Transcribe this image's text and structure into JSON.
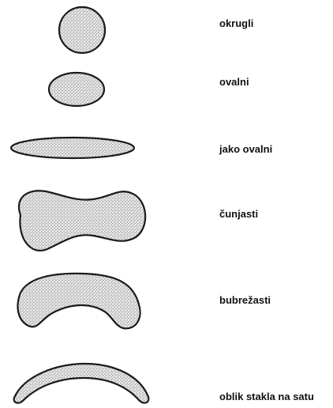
{
  "figure": {
    "colors": {
      "outline": "#1a1a1a",
      "fill": "#e8e8e8",
      "stipple": "#3a3a3a"
    },
    "shapes": [
      {
        "id": "round",
        "label": "okrugli"
      },
      {
        "id": "oval",
        "label": "ovalni"
      },
      {
        "id": "very-oval",
        "label": "jako ovalni"
      },
      {
        "id": "bone",
        "label": "čunjasti"
      },
      {
        "id": "kidney",
        "label": "bubrežasti"
      },
      {
        "id": "watch-glass",
        "label": "oblik stakla na satu"
      }
    ]
  }
}
